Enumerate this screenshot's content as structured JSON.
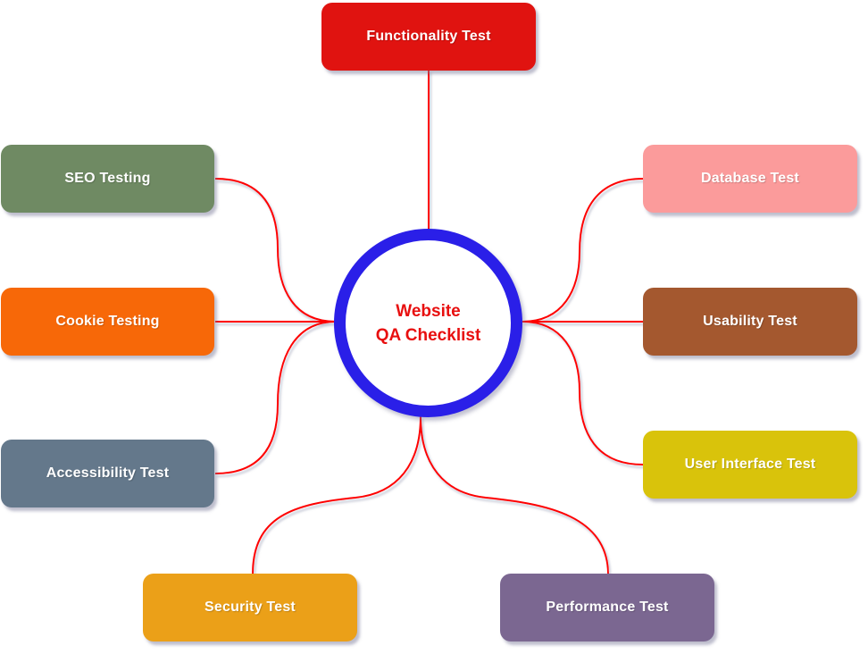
{
  "diagram": {
    "title": {
      "line1": "Website",
      "line2": "QA Checklist",
      "text_color": "#e80f0f"
    },
    "center": {
      "ring_color": "#2a1fe8",
      "fill_color": "#ffffff"
    },
    "connector_color": "#fe0000",
    "nodes": [
      {
        "id": "functionality-test",
        "label": "Functionality Test",
        "color": "#e01310",
        "text_color": "#ffffff"
      },
      {
        "id": "seo-testing",
        "label": "SEO Testing",
        "color": "#6f8a63",
        "text_color": "#ffffff"
      },
      {
        "id": "cookie-testing",
        "label": "Cookie Testing",
        "color": "#f76808",
        "text_color": "#ffffff"
      },
      {
        "id": "accessibility-test",
        "label": "Accessibility Test",
        "color": "#64788b",
        "text_color": "#ffffff"
      },
      {
        "id": "database-test",
        "label": "Database Test",
        "color": "#fb9b9b",
        "text_color": "#ffffff"
      },
      {
        "id": "usability-test",
        "label": "Usability Test",
        "color": "#a4582f",
        "text_color": "#ffffff"
      },
      {
        "id": "user-interface-test",
        "label": "User Interface Test",
        "color": "#d9c30b",
        "text_color": "#ffffff"
      },
      {
        "id": "security-test",
        "label": "Security Test",
        "color": "#eba018",
        "text_color": "#ffffff"
      },
      {
        "id": "performance-test",
        "label": "Performance Test",
        "color": "#7b6791",
        "text_color": "#ffffff"
      }
    ]
  }
}
